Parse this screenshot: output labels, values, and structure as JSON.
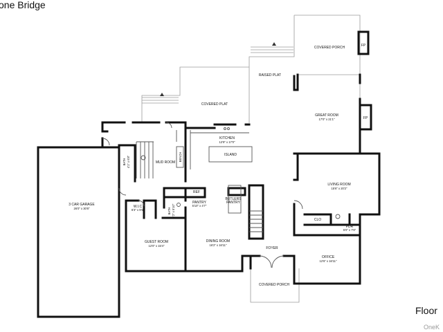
{
  "header": {
    "title_fragment": "one Bridge"
  },
  "footer": {
    "floor_label": "Floor",
    "watermark": "OneK"
  },
  "rooms": {
    "covered_porch_top": "COVERED PORCH",
    "fp_top": "FP",
    "raised_plat": "RAISED PLAT",
    "covered_plat": "COVERED PLAT",
    "great_room": {
      "name": "GREAT ROOM",
      "dim": "17'0\" x 21'1\""
    },
    "fp_right": "FP",
    "kitchen": {
      "name": "KITCHEN",
      "dim": "12'9\" x 17'0\""
    },
    "island": "ISLAND",
    "bath_upper": {
      "name": "BATH",
      "dim": "4'1\" x 6'8\""
    },
    "mud_room": "MUD ROOM",
    "bench": "BENCH",
    "garage": {
      "name": "3 CAR GARAGE",
      "dim": "26'0\" x 30'8\""
    },
    "living_room": {
      "name": "LIVING ROOM",
      "dim": "15'6\" x 20'2\""
    },
    "ref": "REF",
    "pantry": {
      "name": "PANTRY",
      "dim": "5'10\" x 4'7\""
    },
    "butlers_pantry": {
      "line1": "BUTLERS",
      "line2": "PANTRY"
    },
    "wic": {
      "name": "W.I.C",
      "dim": "6'3\" x 5'5\""
    },
    "bath_lower": {
      "name": "BATH",
      "dim": "6'2\" x 5'10\""
    },
    "clo": "CLO",
    "pdr": {
      "name": "PDR",
      "dim": "5'0\" x 7'6\""
    },
    "guest_room": {
      "name": "GUEST ROOM",
      "dim": "12'0\" x 15'4\""
    },
    "dining_room": {
      "name": "DINING ROOM",
      "dim": "16'2\" x 16'11\""
    },
    "foyer": "FOYER",
    "office": {
      "name": "OFFICE",
      "dim": "12'6\" x 16'11\""
    },
    "covered_porch_bottom": "COVERED PORCH"
  },
  "colors": {
    "wall": "#111111",
    "thin_line": "#9a9a9a",
    "fixture": "#555555",
    "watermark": "#9a9a9a"
  }
}
